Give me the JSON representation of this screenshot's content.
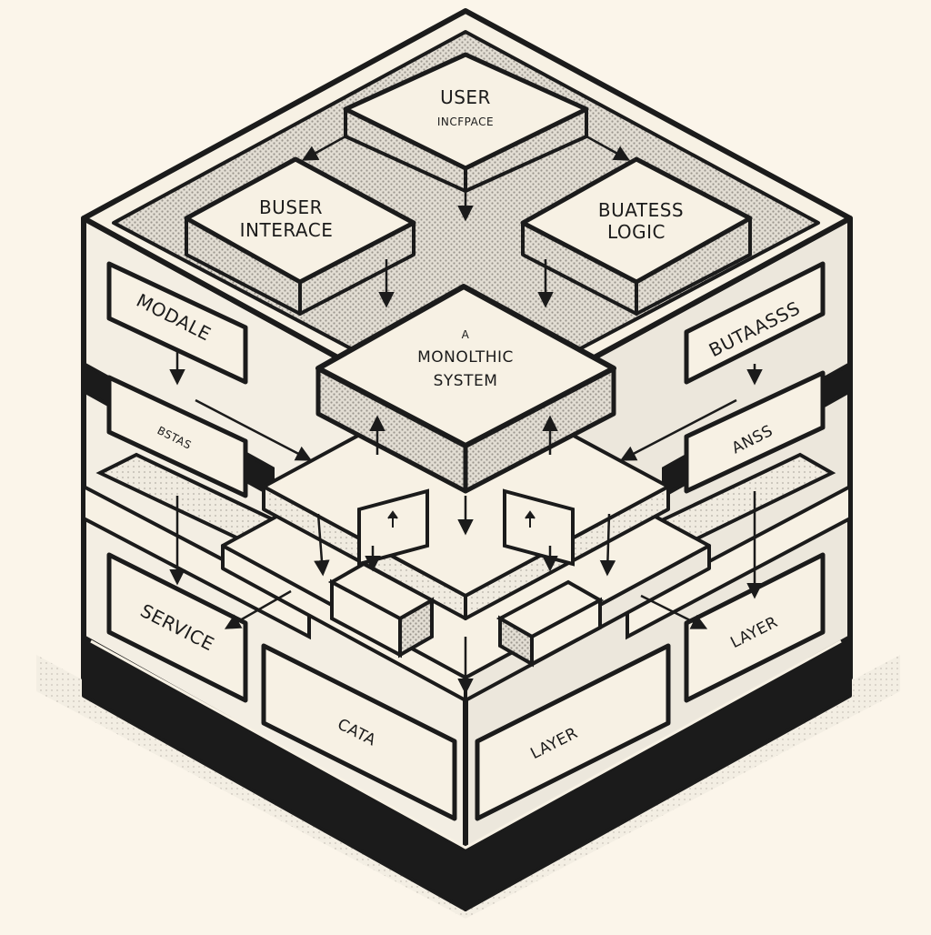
{
  "colors": {
    "background": "#fbf5ea",
    "ink": "#1b1b1b",
    "box_face": "#f7f1e4",
    "box_shade": "#d9d4ca"
  },
  "labels": {
    "top_box_line1": "USER",
    "top_box_line2": "INCFPACE",
    "left_box_line1": "BUSER",
    "left_box_line2": "INTERACE",
    "right_box_line1": "BUATESS",
    "right_box_line2": "LOGIC",
    "center_line1": "A",
    "center_line2": "MONOLTHIC",
    "center_line3": "SYSTEM",
    "module_label": "MODALE",
    "bstas_label": "BSTAS",
    "butaass_label": "BUTAASSS",
    "anss_label": "ANSS",
    "service_label": "SERVICE",
    "layer_right_label": "LAYER",
    "cata_label": "CATA",
    "layer_front_label": "LAYER"
  }
}
